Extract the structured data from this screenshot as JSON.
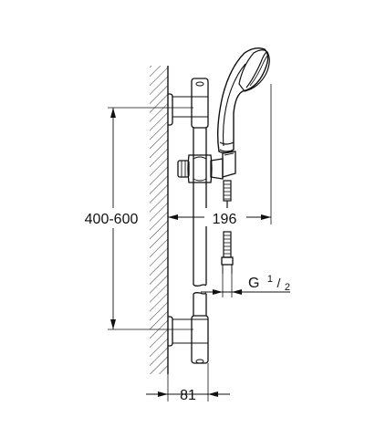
{
  "dimensions": {
    "height_range": "400-600",
    "shower_offset": "196",
    "mount_depth": "81",
    "thread_main": "G",
    "thread_num": "1",
    "thread_den": "2"
  }
}
